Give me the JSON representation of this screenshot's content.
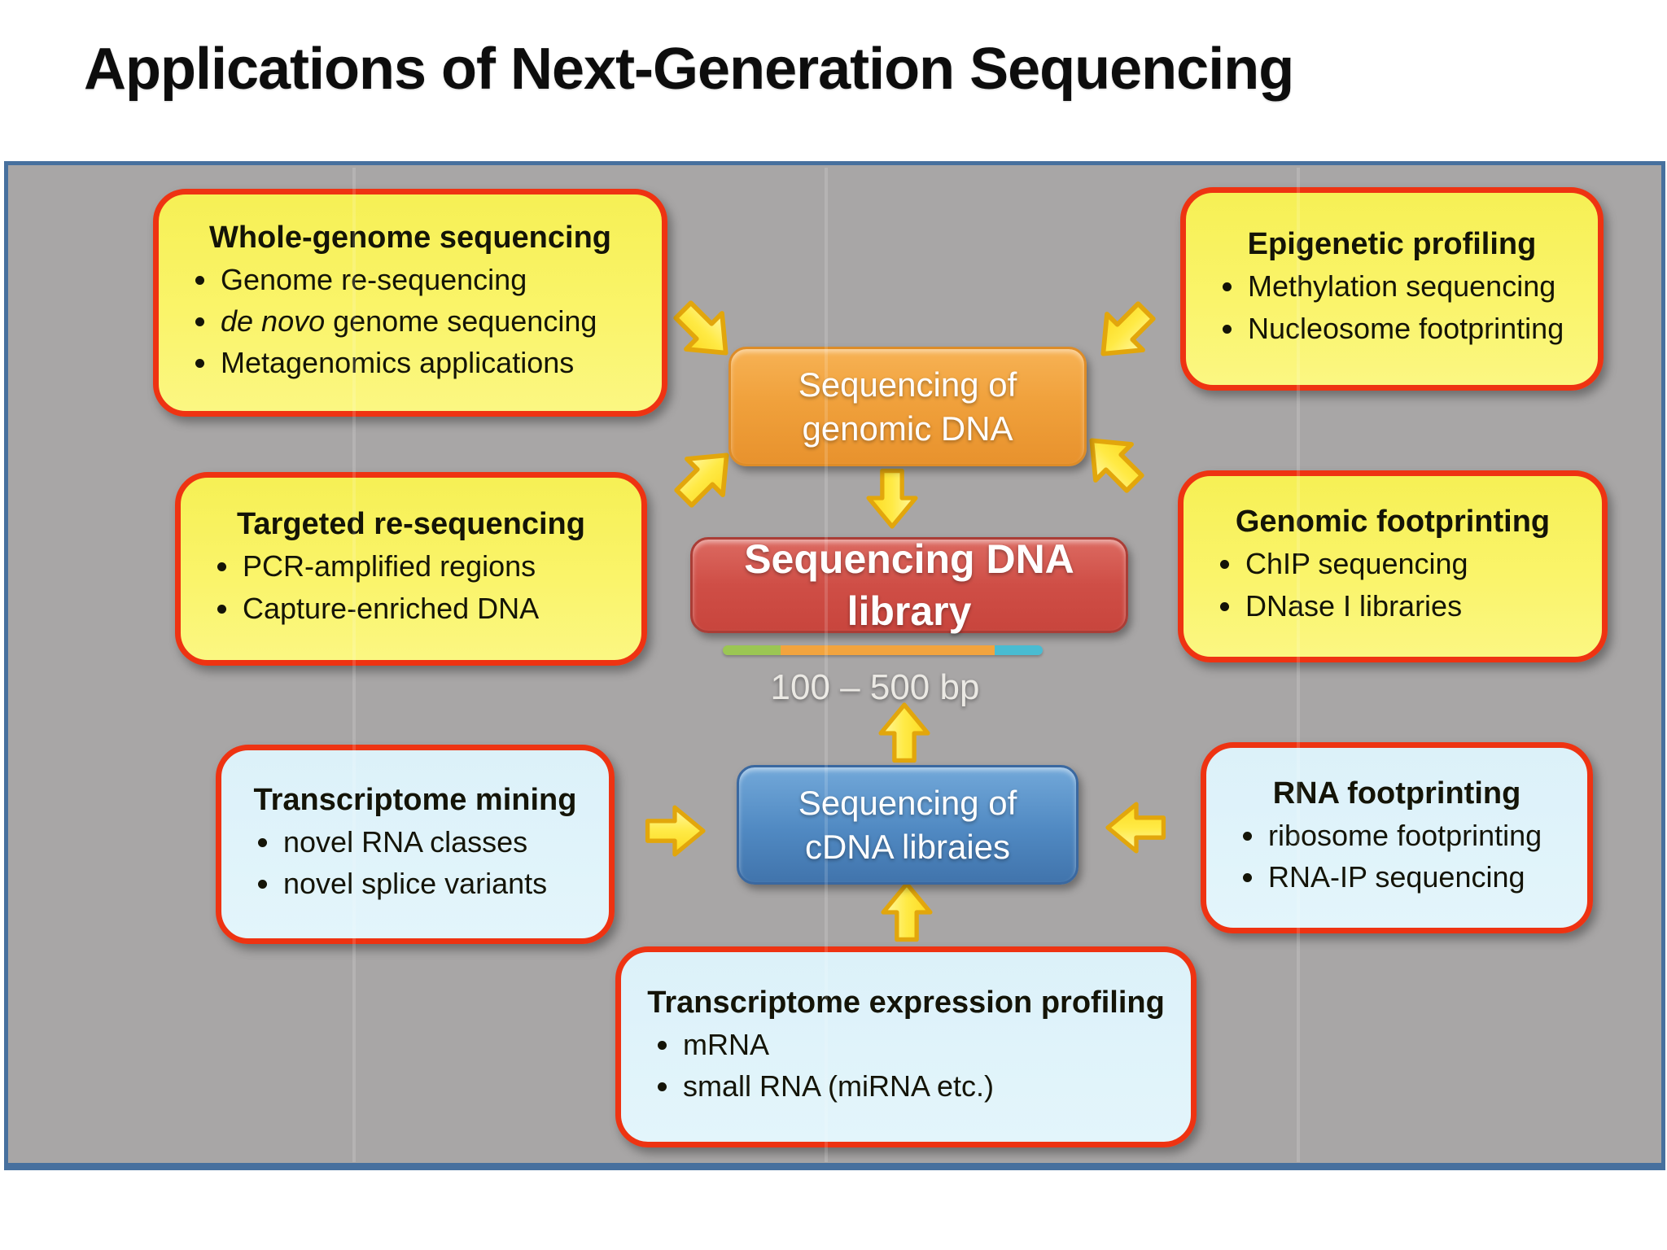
{
  "slide": {
    "title": "Applications of Next-Generation Sequencing"
  },
  "colors": {
    "panel_border": "#47709e",
    "panel_background": "#a8a6a6",
    "callout_border_red": "#ee3312",
    "callout_yellow_fill": "#f9f46a",
    "callout_lightblue_fill": "#def2f9",
    "genomic_dna_box_orange": "#f0a13c",
    "dna_library_box_red": "#cf4e46",
    "cdna_box_blue": "#5089c2",
    "arrow_yellow": "#ffe94f",
    "arrow_outline_gold": "#e2a60c",
    "bar_green": "#9bc653",
    "bar_orange": "#f2a43e",
    "bar_teal": "#49bcd2"
  },
  "callouts": {
    "whole_genome": {
      "title": "Whole-genome sequencing",
      "bullet1": "Genome re-sequencing",
      "bullet2_italic": "de novo",
      "bullet2_rest": " genome sequencing",
      "bullet3": "Metagenomics applications"
    },
    "epigenetic": {
      "title": "Epigenetic profiling",
      "bullet1": "Methylation sequencing",
      "bullet2": "Nucleosome footprinting"
    },
    "targeted": {
      "title": "Targeted re-sequencing",
      "bullet1": "PCR-amplified regions",
      "bullet2": "Capture-enriched DNA"
    },
    "genomic_footprinting": {
      "title": "Genomic footprinting",
      "bullet1": "ChIP sequencing",
      "bullet2": "DNase I libraries"
    },
    "transcriptome_mining": {
      "title": "Transcriptome mining",
      "bullet1": "novel RNA classes",
      "bullet2": "novel splice variants"
    },
    "rna_footprinting": {
      "title": "RNA footprinting",
      "bullet1": "ribosome footprinting",
      "bullet2": "RNA-IP sequencing"
    },
    "transcriptome_expression": {
      "title": "Transcriptome expression profiling",
      "bullet1": "mRNA",
      "bullet2": "small RNA (miRNA etc.)"
    }
  },
  "center": {
    "genomic_dna": {
      "line1": "Sequencing of",
      "line2": "genomic DNA"
    },
    "dna_library": {
      "label": "Sequencing DNA library"
    },
    "fragment_size": "100 – 500 bp",
    "cdna": {
      "line1": "Sequencing of",
      "line2": "cDNA libraies"
    }
  }
}
